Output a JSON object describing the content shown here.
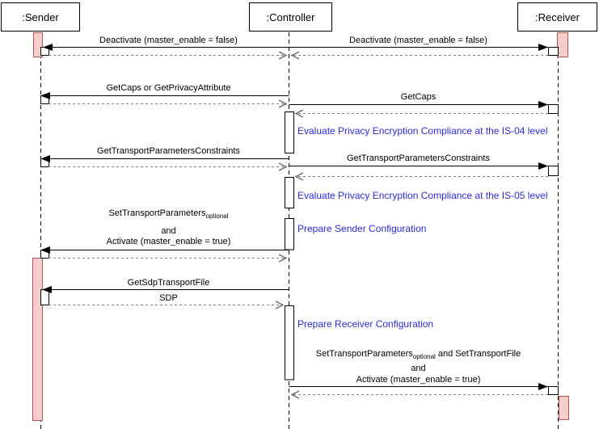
{
  "diagram": {
    "actors": [
      {
        "label": ":Sender"
      },
      {
        "label": ":Controller"
      },
      {
        "label": ":Receiver"
      }
    ],
    "messages": {
      "deactivate_left": "Deactivate (master_enable = false)",
      "deactivate_right": "Deactivate (master_enable = false)",
      "getcaps_left": "GetCaps or GetPrivacyAttribute",
      "getcaps_right": "GetCaps",
      "get_transport_constraints_left": "GetTransportParametersConstraints",
      "get_transport_constraints_right": "GetTransportParametersConstraints",
      "set_transport_params": {
        "pre": "SetTransportParameters",
        "sub": "optional"
      },
      "and_left": "and",
      "activate_left": "Activate (master_enable = true)",
      "get_sdp_transport_file": "GetSdpTransportFile",
      "sdp": "SDP",
      "set_transport_params2": {
        "pre": "SetTransportParameters",
        "sub": "optional",
        "post": " and SetTransportFile"
      },
      "and_right": "and",
      "activate_right": "Activate (master_enable = true)"
    },
    "notes": {
      "is04": "Evaluate Privacy Encryption Compliance at the IS-04 level",
      "is05": "Evaluate Privacy Encryption Compliance at the IS-05 level",
      "prepare_sender": "Prepare Sender Configuration",
      "prepare_receiver": "Prepare Receiver Configuration"
    },
    "colors": {
      "activation_fill": "#f8cecc",
      "activation_stroke": "#b85450",
      "note_text": "#2a2ae6",
      "return_line": "#808080"
    }
  }
}
